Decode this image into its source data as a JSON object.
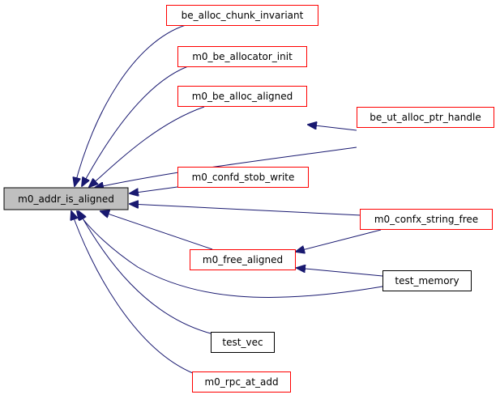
{
  "diagram": {
    "type": "caller-graph",
    "edge_color": "#191970",
    "root": "m0_addr_is_aligned",
    "nodes": [
      {
        "id": "root",
        "label": "m0_addr_is_aligned",
        "style": "root",
        "fill": "#bfbfbf",
        "border": "#000000"
      },
      {
        "id": "n1",
        "label": "be_alloc_chunk_invariant",
        "style": "linked",
        "fill": "#ffffff",
        "border": "#ff0000"
      },
      {
        "id": "n2",
        "label": "m0_be_allocator_init",
        "style": "linked",
        "fill": "#ffffff",
        "border": "#ff0000"
      },
      {
        "id": "n3",
        "label": "m0_be_alloc_aligned",
        "style": "linked",
        "fill": "#ffffff",
        "border": "#ff0000"
      },
      {
        "id": "n4",
        "label": "be_ut_alloc_ptr_handle",
        "style": "linked",
        "fill": "#ffffff",
        "border": "#ff0000"
      },
      {
        "id": "n5",
        "label": "m0_confd_stob_write",
        "style": "linked",
        "fill": "#ffffff",
        "border": "#ff0000"
      },
      {
        "id": "n6",
        "label": "m0_confx_string_free",
        "style": "linked",
        "fill": "#ffffff",
        "border": "#ff0000"
      },
      {
        "id": "n7",
        "label": "m0_free_aligned",
        "style": "linked",
        "fill": "#ffffff",
        "border": "#ff0000"
      },
      {
        "id": "n8",
        "label": "test_memory",
        "style": "plain",
        "fill": "#ffffff",
        "border": "#000000"
      },
      {
        "id": "n9",
        "label": "test_vec",
        "style": "plain",
        "fill": "#ffffff",
        "border": "#000000"
      },
      {
        "id": "n10",
        "label": "m0_rpc_at_add",
        "style": "linked",
        "fill": "#ffffff",
        "border": "#ff0000"
      }
    ],
    "edges": [
      {
        "from": "n1",
        "to": "root"
      },
      {
        "from": "n2",
        "to": "root"
      },
      {
        "from": "n3",
        "to": "root"
      },
      {
        "from": "n4",
        "to": "root"
      },
      {
        "from": "n4",
        "to": "n3"
      },
      {
        "from": "n5",
        "to": "root"
      },
      {
        "from": "n6",
        "to": "root"
      },
      {
        "from": "n6",
        "to": "n7"
      },
      {
        "from": "n7",
        "to": "root"
      },
      {
        "from": "n8",
        "to": "root"
      },
      {
        "from": "n8",
        "to": "n7"
      },
      {
        "from": "n9",
        "to": "root"
      },
      {
        "from": "n10",
        "to": "root"
      }
    ]
  }
}
